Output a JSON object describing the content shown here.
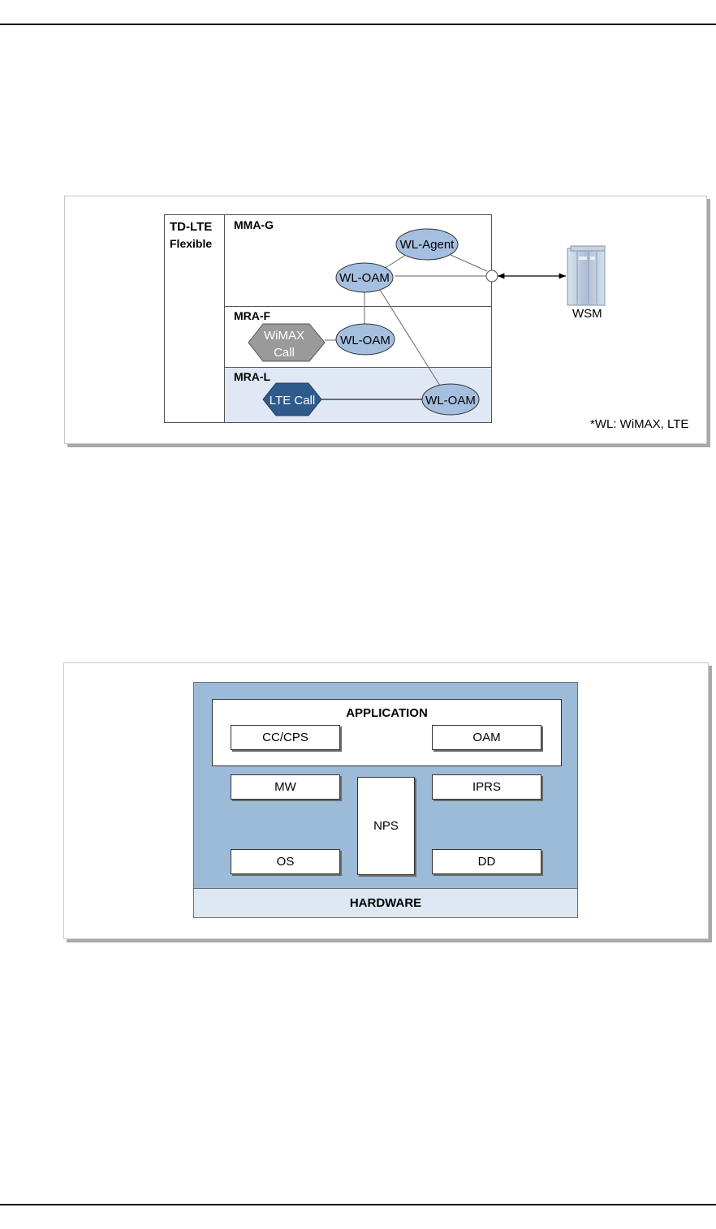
{
  "diagram1": {
    "container_title": "TD-LTE",
    "container_subtitle": "Flexible",
    "sections": [
      {
        "label": "MMA-G"
      },
      {
        "label": "MRA-F"
      },
      {
        "label": "MRA-L"
      }
    ],
    "nodes": {
      "wl_agent": "WL-Agent",
      "wl_oam_g": "WL-OAM",
      "wl_oam_f": "WL-OAM",
      "wl_oam_l": "WL-OAM",
      "wimax_call_line1": "WiMAX",
      "wimax_call_line2": "Call",
      "lte_call": "LTE Call"
    },
    "wsm_label": "WSM",
    "footnote": "*WL: WiMAX, LTE",
    "colors": {
      "node_fill": "#a5bfe0",
      "wimax_fill": "#9a9a9a",
      "lte_fill": "#2e5b8c",
      "mra_l_bg": "#dfe8f4"
    }
  },
  "diagram2": {
    "application_title": "APPLICATION",
    "cc_cps": "CC/CPS",
    "oam": "OAM",
    "mw": "MW",
    "nps": "NPS",
    "iprs": "IPRS",
    "os": "OS",
    "dd": "DD",
    "hardware": "HARDWARE",
    "colors": {
      "outer_fill": "#9bbbd9",
      "hardware_fill": "#dde8f3"
    }
  }
}
